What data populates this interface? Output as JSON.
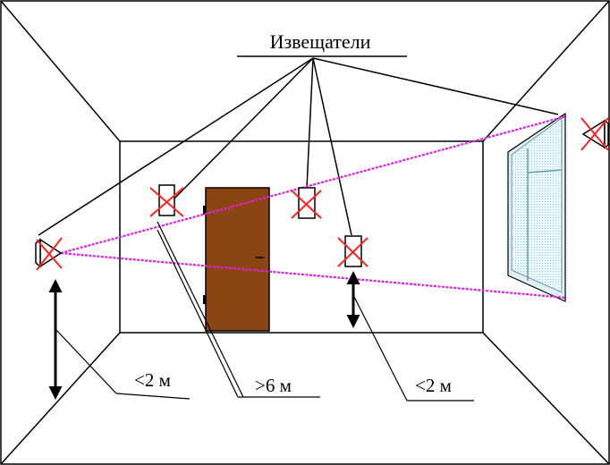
{
  "title": "Извещатели",
  "labels": {
    "left_distance": "<2 м",
    "middle_distance": ">6 м",
    "right_distance": "<2 м"
  },
  "colors": {
    "beam": "#e020e0",
    "cross": "#ff2020",
    "door": "#8b4513",
    "window_glass": "#e4f4fa",
    "window_frame": "#6a9aa8",
    "line": "#000000"
  },
  "detectors": [
    {
      "id": "left-wall",
      "icon": "wall-detector-left-icon"
    },
    {
      "id": "ceiling-1",
      "icon": "ceiling-detector-icon"
    },
    {
      "id": "ceiling-2",
      "icon": "ceiling-detector-icon"
    },
    {
      "id": "ceiling-3",
      "icon": "ceiling-detector-icon"
    },
    {
      "id": "right-wall",
      "icon": "wall-detector-right-icon"
    }
  ]
}
